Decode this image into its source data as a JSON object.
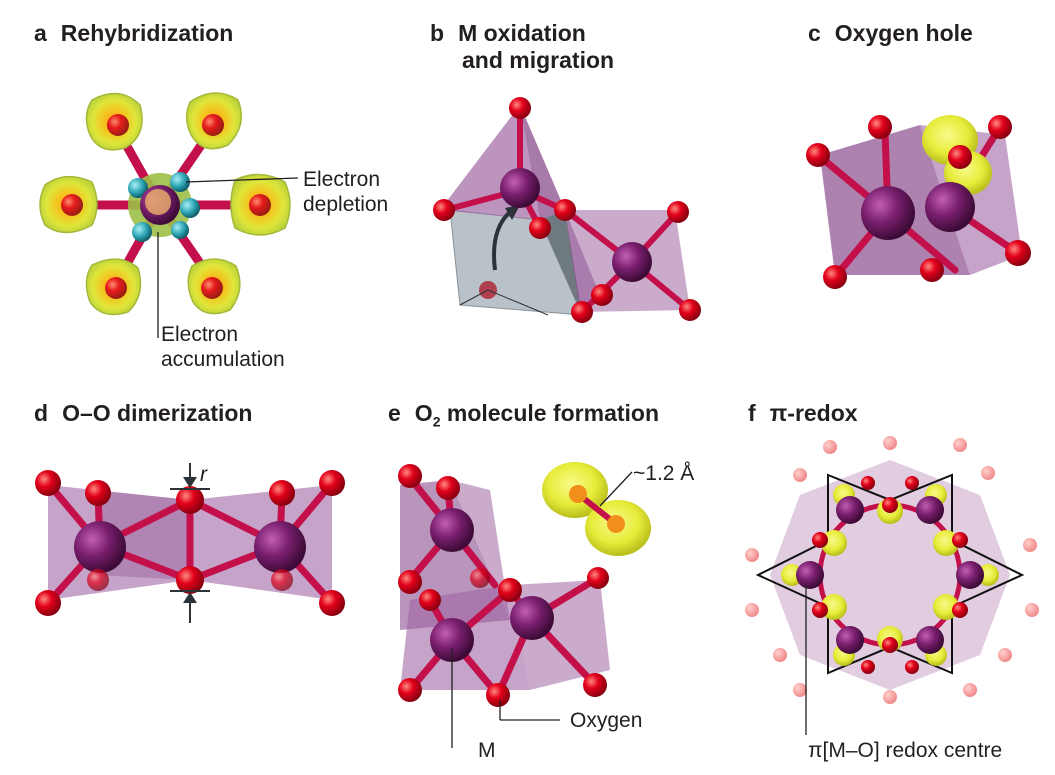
{
  "panels": {
    "a": {
      "letter": "a",
      "title": "Rehybridization",
      "label_depletion_1": "Electron",
      "label_depletion_2": "depletion",
      "label_accumulation_1": "Electron",
      "label_accumulation_2": "accumulation"
    },
    "b": {
      "letter": "b",
      "title_1": "M oxidation",
      "title_2": "and migration"
    },
    "c": {
      "letter": "c",
      "title": "Oxygen hole"
    },
    "d": {
      "letter": "d",
      "title": "O–O dimerization",
      "label_r": "r"
    },
    "e": {
      "letter": "e",
      "title_o": "O",
      "title_sub": "2",
      "title_rest": "molecule formation",
      "label_bond": "~1.2 Å",
      "label_oxygen": "Oxygen",
      "label_metal": "M"
    },
    "f": {
      "letter": "f",
      "title": "π-redox",
      "label_centre": "π[M–O] redox centre"
    }
  },
  "colors": {
    "oxygen": "#e3001b",
    "metal": "#7a1f6e",
    "polyhedron": "#a066a3",
    "orbital_yellow": "#e8ec3a",
    "orbital_green": "#a8c24a",
    "depletion": "#2ba3b3",
    "migration_cell": "#b8c2c8",
    "text": "#231f20"
  }
}
